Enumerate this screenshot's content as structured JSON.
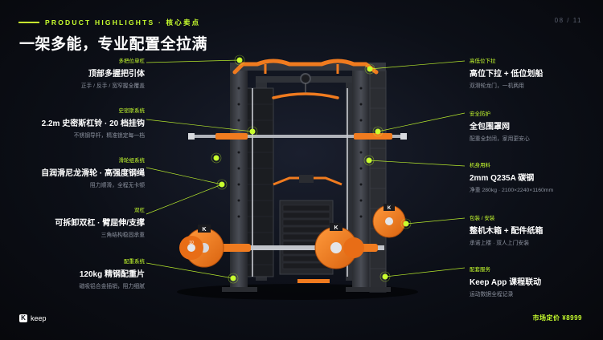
{
  "header": {
    "label": "PRODUCT HIGHLIGHTS · 核心卖点",
    "page_number": "08 / 11",
    "title": "一架多能，专业配置全拉满"
  },
  "callouts_left": [
    {
      "tag": "多把位单杠",
      "title": "顶部多握把引体",
      "sub": "正手 / 反手 / 宽窄握全覆盖"
    },
    {
      "tag": "史密斯系统",
      "title": "2.2m 史密斯杠铃 · 20 档挂钩",
      "sub": "不锈钢导杆，精准锁定每一档"
    },
    {
      "tag": "滑轮组系统",
      "title": "自润滑尼龙滑轮 · 高强度钢绳",
      "sub": "阻力顺滑，全程无卡顿"
    },
    {
      "tag": "双杠",
      "title": "可拆卸双杠 · 臂屈伸/支撑",
      "sub": "三角结构稳固承重"
    },
    {
      "tag": "配重系统",
      "title": "120kg 精钢配重片",
      "sub": "磁吸铝合金插销，阻力细腻"
    }
  ],
  "callouts_right": [
    {
      "tag": "高低位下拉",
      "title": "高位下拉 + 低位划船",
      "sub": "双滑轮龙门，一机两用"
    },
    {
      "tag": "安全防护",
      "title": "全包围罩网",
      "sub": "配重全封闭，家用更安心"
    },
    {
      "tag": "机身用料",
      "title": "2mm Q235A 碳钢",
      "sub": "净重 280kg · 2100×2240×1160mm"
    },
    {
      "tag": "包装 / 安装",
      "title": "整机木箱 + 配件纸箱",
      "sub": "承诺上楼 · 双人上门安装"
    },
    {
      "tag": "配套服务",
      "title": "Keep App 课程联动",
      "sub": "运动数据全程记录"
    }
  ],
  "plates": {
    "left_label": "K",
    "center_label": "K",
    "right_label": "K",
    "small_label": "10"
  },
  "footer": {
    "brand_icon": "K",
    "brand": "keep",
    "price": "市场定价 ¥8999"
  },
  "colors": {
    "accent": "#c8ff2e",
    "orange": "#f07b1f",
    "frame": "#3a3d44",
    "background": "#0c0f17"
  }
}
